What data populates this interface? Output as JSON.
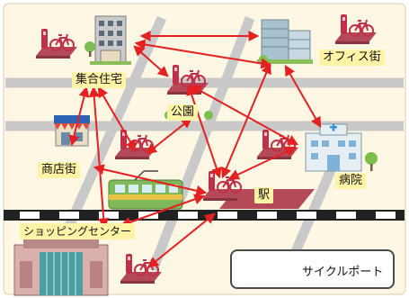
{
  "labels": {
    "housing": "集合住宅",
    "office": "オフィス街",
    "park": "公園",
    "shops": "商店街",
    "hospital": "病院",
    "station": "駅",
    "mall": "ショッピングセンター"
  },
  "legend": {
    "label": "サイクルポート"
  },
  "icons": {
    "port": "bicycle-port-icon",
    "arrow": "double-headed-arrow",
    "train": "train-icon"
  },
  "colors": {
    "background": "#fdf7e4",
    "road": "#c9c9c9",
    "arrow": "#e52020",
    "label_bg": "#fff4a6",
    "port_pad": "#b44a58",
    "bike": "#c0304a"
  }
}
